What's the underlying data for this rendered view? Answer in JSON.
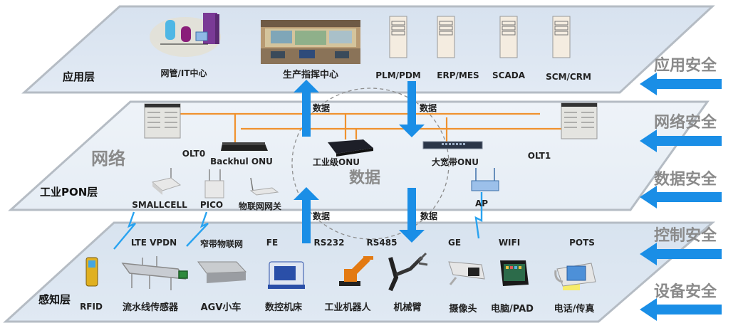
{
  "application_layer": {
    "name": "应用层",
    "items": [
      {
        "label": "网管/IT中心",
        "icon": "it-center-icon"
      },
      {
        "label": "生产指挥中心",
        "icon": "command-center-photo"
      },
      {
        "label": "PLM/PDM",
        "icon": "server-icon"
      },
      {
        "label": "ERP/MES",
        "icon": "server-icon"
      },
      {
        "label": "SCADA",
        "icon": "server-icon"
      },
      {
        "label": "SCM/CRM",
        "icon": "server-icon"
      }
    ]
  },
  "network_layer": {
    "name": "工业PON层",
    "watermark": "网络",
    "center_watermark": "数据",
    "items": [
      {
        "label": "OLT0",
        "icon": "olt-chassis-icon"
      },
      {
        "label": "Backhul ONU",
        "icon": "onu-icon"
      },
      {
        "label": "工业级ONU",
        "icon": "onu-icon"
      },
      {
        "label": "大宽带ONU",
        "icon": "switch-icon"
      },
      {
        "label": "OLT1",
        "icon": "olt-chassis-icon"
      },
      {
        "label": "SMALLCELL",
        "icon": "smallcell-icon"
      },
      {
        "label": "PICO",
        "icon": "pico-icon"
      },
      {
        "label": "物联网网关",
        "icon": "iot-gateway-icon"
      },
      {
        "label": "AP",
        "icon": "access-point-icon"
      }
    ]
  },
  "perception_layer": {
    "name": "感知层",
    "links": [
      "LTE VPDN",
      "窄带物联网",
      "FE",
      "RS232",
      "RS485",
      "GE",
      "WIFI",
      "POTS"
    ],
    "items": [
      {
        "label": "RFID",
        "icon": "rfid-reader-icon"
      },
      {
        "label": "流水线传感器",
        "icon": "assembly-line-icon"
      },
      {
        "label": "AGV小车",
        "icon": "agv-icon"
      },
      {
        "label": "数控机床",
        "icon": "cnc-machine-icon"
      },
      {
        "label": "工业机器人",
        "icon": "industrial-robot-icon"
      },
      {
        "label": "机械臂",
        "icon": "robot-arm-icon"
      },
      {
        "label": "摄像头",
        "icon": "camera-icon"
      },
      {
        "label": "电脑/PAD",
        "icon": "tablet-icon"
      },
      {
        "label": "电话/传真",
        "icon": "fax-icon"
      }
    ]
  },
  "data_flow_label": "数据",
  "security": [
    "应用安全",
    "网络安全",
    "数据安全",
    "控制安全",
    "设备安全"
  ],
  "colors": {
    "arrow_blue": "#1a8ee6",
    "fiber_orange": "#f0922e",
    "layer_fill": "#dbe6f2",
    "layer_border": "#b5bcc4",
    "security_text": "#8a8a8a"
  }
}
